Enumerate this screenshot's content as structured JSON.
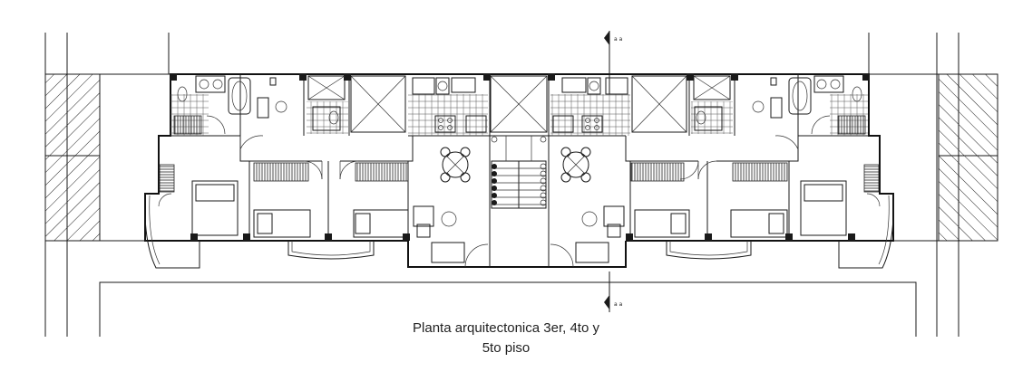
{
  "drawing": {
    "caption_line1": "Planta arquitectonica 3er, 4to y",
    "caption_line2": "5to piso",
    "section_mark_top": "a a",
    "section_mark_bottom": "a a"
  },
  "colors": {
    "line": "#1a1a1a",
    "background": "#ffffff"
  }
}
